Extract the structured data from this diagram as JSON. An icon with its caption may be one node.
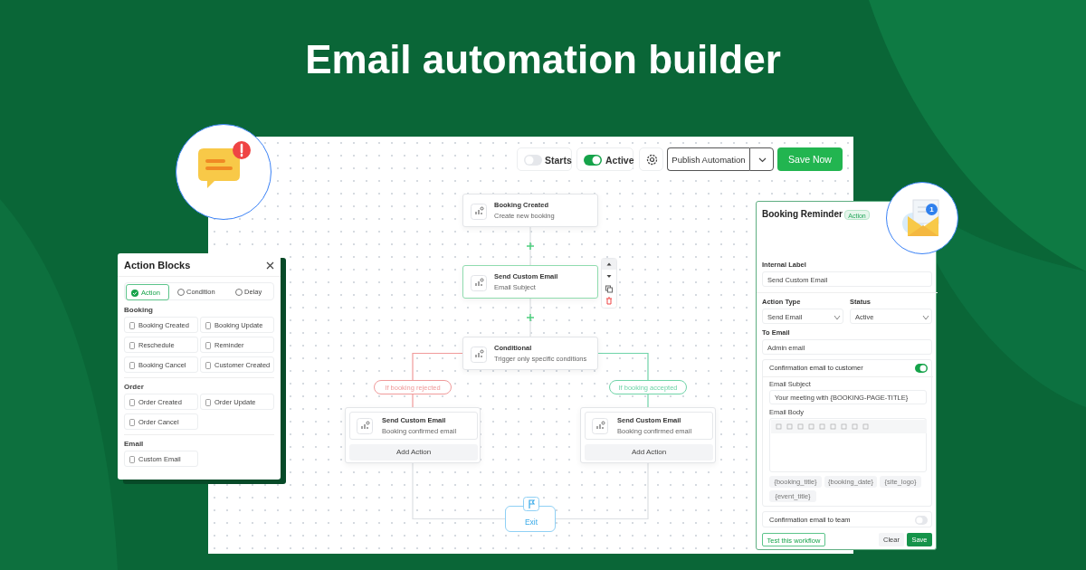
{
  "diagram": {
    "title": "Email automation builder",
    "nodes": [
      {
        "text": [
          "Booking Created",
          "Create new booking"
        ]
      },
      {
        "text": [
          "Send Custom Email",
          "Email Subject"
        ]
      },
      {
        "text": [
          "Conditional",
          "Trigger only specific conditions"
        ]
      },
      {
        "text": [
          "Send Custom Email",
          "Booking confirmed email"
        ]
      },
      {
        "text": [
          "Send Custom Email",
          "Booking confirmed email"
        ]
      },
      {
        "text": [
          "Exit"
        ]
      }
    ],
    "edges": [
      {
        "from": 0,
        "to": 1,
        "arrow": "none"
      },
      {
        "from": 1,
        "to": 2,
        "arrow": "none"
      },
      {
        "from": 2,
        "to": 3,
        "arrow": "none",
        "label": "If booking rejected",
        "color": "#f09a9a"
      },
      {
        "from": 2,
        "to": 4,
        "arrow": "none",
        "label": "If booking accepted",
        "color": "#6fd4a8"
      },
      {
        "from": 3,
        "to": 5,
        "arrow": "none"
      },
      {
        "from": 4,
        "to": 5,
        "arrow": "none"
      }
    ],
    "labels": [
      "Starts",
      "Active",
      "Publish Automation",
      "Save Now",
      "Action Blocks",
      "Action",
      "Condition",
      "Delay",
      "Booking",
      "Booking Created",
      "Booking Update",
      "Reschedule",
      "Reminder",
      "Booking Cancel",
      "Customer Created",
      "Order",
      "Order Created",
      "Order Update",
      "Order Cancel",
      "Email",
      "Custom Email",
      "Booking Reminder",
      "Action",
      "Internal Label",
      "Send Custom Email",
      "Action Type",
      "Status",
      "Send Email",
      "Active",
      "To Email",
      "Admin email",
      "Confirmation email to customer",
      "Email Subject",
      "Your meeting with {BOOKING-PAGE-TITLE}",
      "Email Body",
      "{booking_title}",
      "{booking_date}",
      "{site_logo}",
      "{event_title}",
      "Confirmation email to team",
      "Test this workflow",
      "Clear",
      "Save",
      "1",
      "Add Action",
      "Add Action"
    ]
  }
}
